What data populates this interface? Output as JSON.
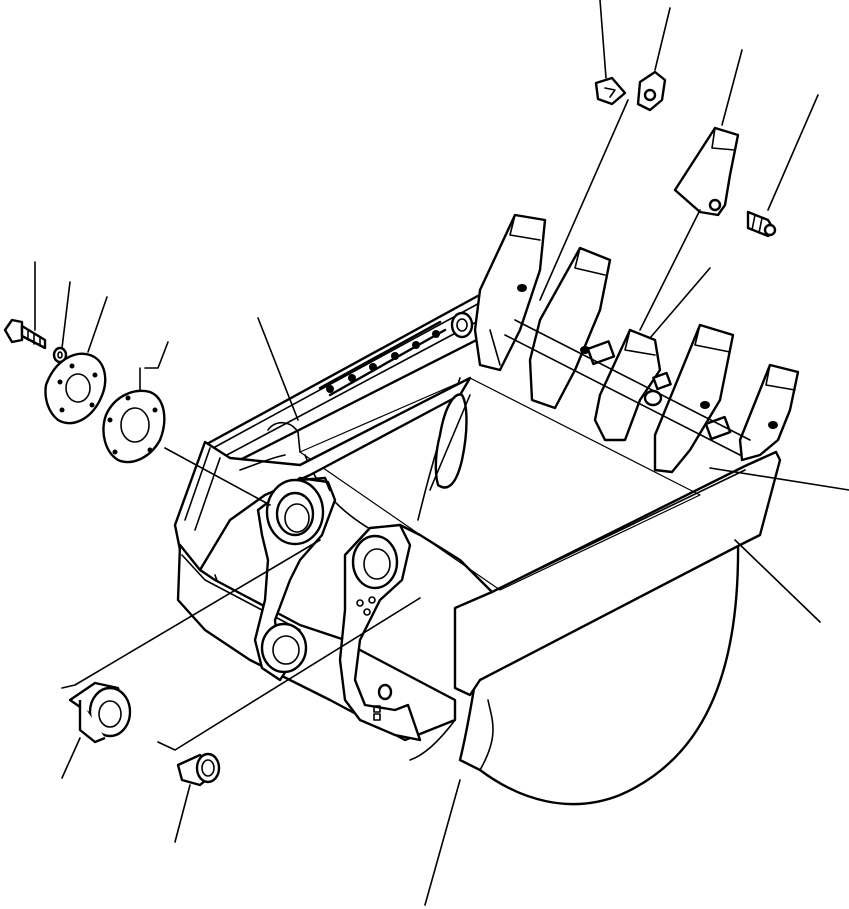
{
  "drawing": {
    "kind": "exploded parts view",
    "stroke_color": "#000000",
    "background_color": "#ffffff",
    "callout_leaders": 15,
    "components": [
      {
        "name": "bucket-body",
        "icon": "bucket-icon"
      },
      {
        "name": "bucket-teeth",
        "icon": "tooth-icon",
        "count": 5
      },
      {
        "name": "side-cutter",
        "icon": "cutter-icon"
      },
      {
        "name": "tooth-pin",
        "icon": "pin-icon"
      },
      {
        "name": "tooth-lock",
        "icon": "lock-icon",
        "count": 2
      },
      {
        "name": "bolt",
        "icon": "bolt-icon"
      },
      {
        "name": "washer",
        "icon": "washer-icon"
      },
      {
        "name": "boss-plate",
        "icon": "plate-icon"
      },
      {
        "name": "shim",
        "icon": "shim-icon"
      },
      {
        "name": "flanged-bushing",
        "icon": "bushing-icon"
      },
      {
        "name": "plain-bushing",
        "icon": "bushing-icon"
      }
    ]
  }
}
